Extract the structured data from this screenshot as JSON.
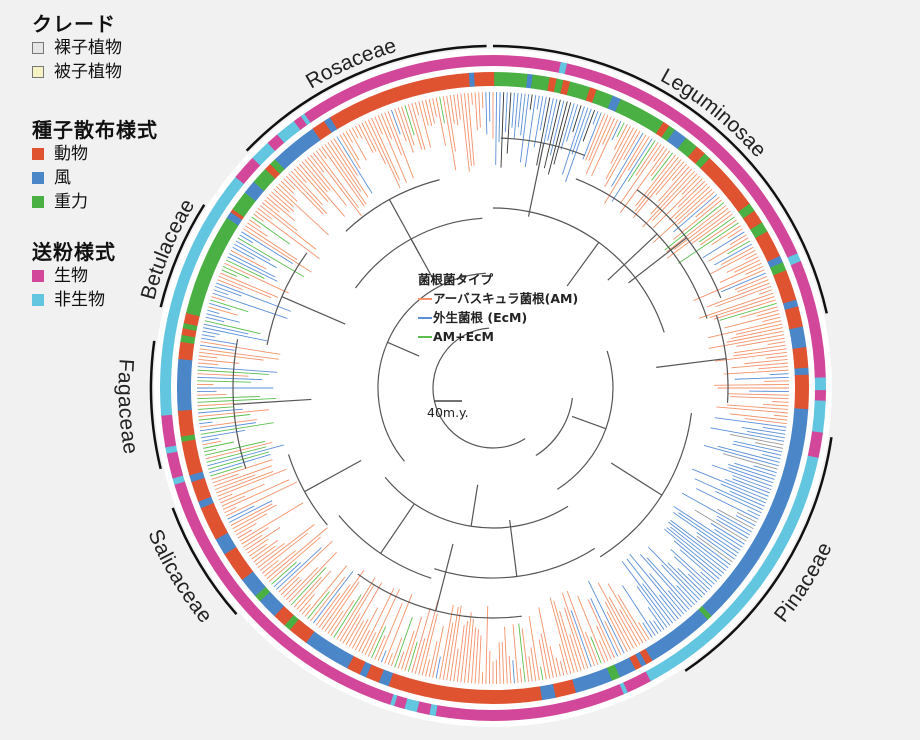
{
  "legend": {
    "clade": {
      "title": "クレード",
      "items": [
        {
          "label": "裸子植物",
          "color": "#e6e6e6"
        },
        {
          "label": "被子植物",
          "color": "#f6f2c4"
        }
      ]
    },
    "dispersal": {
      "title": "種子散布様式",
      "items": [
        {
          "label": "動物",
          "color": "#e05330"
        },
        {
          "label": "風",
          "color": "#4a86c8"
        },
        {
          "label": "重力",
          "color": "#4bb043"
        }
      ]
    },
    "pollination": {
      "title": "送粉様式",
      "items": [
        {
          "label": "生物",
          "color": "#d2479a"
        },
        {
          "label": "非生物",
          "color": "#63c6e0"
        }
      ]
    }
  },
  "mycorrhiza_legend": {
    "title": "菌根菌タイプ",
    "items": [
      {
        "label": "アーバスキュラ菌根(AM)",
        "color": "#f4926a"
      },
      {
        "label": "外生菌根 (EcM)",
        "color": "#5b8fd8"
      },
      {
        "label": "AM+EcM",
        "color": "#5cbf4f"
      }
    ]
  },
  "scale_bar": {
    "label": "40m.y."
  },
  "families": [
    {
      "name": "Rosaceae",
      "arc_start_frac": 0.872,
      "arc_end_frac": 0.997
    },
    {
      "name": "Leguminosae",
      "arc_start_frac": 0.0,
      "arc_end_frac": 0.215
    },
    {
      "name": "Pinaceae",
      "arc_start_frac": 0.273,
      "arc_end_frac": 0.405
    },
    {
      "name": "Betulaceae",
      "arc_start_frac": 0.788,
      "arc_end_frac": 0.84
    },
    {
      "name": "Fagaceae",
      "arc_start_frac": 0.712,
      "arc_end_frac": 0.772
    },
    {
      "name": "Salicaceae",
      "arc_start_frac": 0.635,
      "arc_end_frac": 0.693
    }
  ],
  "rings": {
    "pollination": {
      "start_frac": 0.0,
      "segments": [
        [
          "biotic",
          0.032
        ],
        [
          "abiotic",
          0.003
        ],
        [
          "biotic",
          0.145
        ],
        [
          "abiotic",
          0.004
        ],
        [
          "biotic",
          0.056
        ],
        [
          "abiotic",
          0.006
        ],
        [
          "biotic",
          0.005
        ],
        [
          "abiotic",
          0.015
        ],
        [
          "biotic",
          0.012
        ],
        [
          "abiotic",
          0.135
        ],
        [
          "biotic",
          0.012
        ],
        [
          "abiotic",
          0.002
        ],
        [
          "biotic",
          0.09
        ],
        [
          "abiotic",
          0.003
        ],
        [
          "biotic",
          0.006
        ],
        [
          "abiotic",
          0.006
        ],
        [
          "biotic",
          0.005
        ],
        [
          "abiotic",
          0.002
        ],
        [
          "biotic",
          0.1
        ],
        [
          "biotic",
          0.05
        ],
        [
          "abiotic",
          0.003
        ],
        [
          "biotic",
          0.012
        ],
        [
          "abiotic",
          0.003
        ],
        [
          "biotic",
          0.015
        ],
        [
          "abiotic",
          0.012
        ],
        [
          "abiotic",
          0.108
        ],
        [
          "biotic",
          0.012
        ],
        [
          "abiotic",
          0.01
        ],
        [
          "biotic",
          0.006
        ],
        [
          "abiotic",
          0.01
        ],
        [
          "biotic",
          0.004
        ],
        [
          "abiotic",
          0.002
        ],
        [
          "biotic",
          0.094
        ]
      ]
    },
    "dispersal": {
      "start_frac": 0.0,
      "segments": [
        [
          "gravity",
          0.02
        ],
        [
          "wind",
          0.003
        ],
        [
          "gravity",
          0.01
        ],
        [
          "animal",
          0.004
        ],
        [
          "gravity",
          0.004
        ],
        [
          "animal",
          0.004
        ],
        [
          "gravity",
          0.012
        ],
        [
          "animal",
          0.004
        ],
        [
          "gravity",
          0.01
        ],
        [
          "wind",
          0.005
        ],
        [
          "gravity",
          0.028
        ],
        [
          "animal",
          0.004
        ],
        [
          "gravity",
          0.004
        ],
        [
          "wind",
          0.008
        ],
        [
          "gravity",
          0.008
        ],
        [
          "animal",
          0.006
        ],
        [
          "gravity",
          0.004
        ],
        [
          "animal",
          0.035
        ],
        [
          "gravity",
          0.005
        ],
        [
          "animal",
          0.008
        ],
        [
          "gravity",
          0.006
        ],
        [
          "animal",
          0.016
        ],
        [
          "wind",
          0.004
        ],
        [
          "gravity",
          0.005
        ],
        [
          "animal",
          0.018
        ],
        [
          "wind",
          0.004
        ],
        [
          "animal",
          0.012
        ],
        [
          "wind",
          0.012
        ],
        [
          "animal",
          0.012
        ],
        [
          "wind",
          0.004
        ],
        [
          "animal",
          0.02
        ],
        [
          "wind",
          0.135
        ],
        [
          "gravity",
          0.003
        ],
        [
          "wind",
          0.04
        ],
        [
          "animal",
          0.004
        ],
        [
          "wind",
          0.003
        ],
        [
          "animal",
          0.004
        ],
        [
          "wind",
          0.01
        ],
        [
          "gravity",
          0.005
        ],
        [
          "wind",
          0.022
        ],
        [
          "animal",
          0.012
        ],
        [
          "wind",
          0.008
        ],
        [
          "animal",
          0.09
        ],
        [
          "wind",
          0.006
        ],
        [
          "animal",
          0.008
        ],
        [
          "wind",
          0.004
        ],
        [
          "animal",
          0.008
        ],
        [
          "wind",
          0.028
        ],
        [
          "animal",
          0.012
        ],
        [
          "gravity",
          0.004
        ],
        [
          "animal",
          0.008
        ],
        [
          "wind",
          0.012
        ],
        [
          "gravity",
          0.004
        ],
        [
          "wind",
          0.012
        ],
        [
          "animal",
          0.018
        ],
        [
          "wind",
          0.01
        ],
        [
          "animal",
          0.02
        ],
        [
          "wind",
          0.004
        ],
        [
          "animal",
          0.012
        ],
        [
          "wind",
          0.004
        ],
        [
          "animal",
          0.02
        ],
        [
          "gravity",
          0.003
        ],
        [
          "animal",
          0.015
        ],
        [
          "wind",
          0.03
        ],
        [
          "animal",
          0.01
        ],
        [
          "gravity",
          0.004
        ],
        [
          "animal",
          0.004
        ],
        [
          "gravity",
          0.003
        ],
        [
          "animal",
          0.006
        ],
        [
          "gravity",
          0.06
        ],
        [
          "wind",
          0.004
        ],
        [
          "animal",
          0.002
        ],
        [
          "gravity",
          0.012
        ],
        [
          "wind",
          0.008
        ],
        [
          "gravity",
          0.01
        ],
        [
          "animal",
          0.004
        ],
        [
          "gravity",
          0.004
        ],
        [
          "wind",
          0.028
        ],
        [
          "animal",
          0.008
        ],
        [
          "wind",
          0.004
        ],
        [
          "animal",
          0.085
        ],
        [
          "wind",
          0.003
        ],
        [
          "animal",
          0.011
        ]
      ]
    }
  }
}
